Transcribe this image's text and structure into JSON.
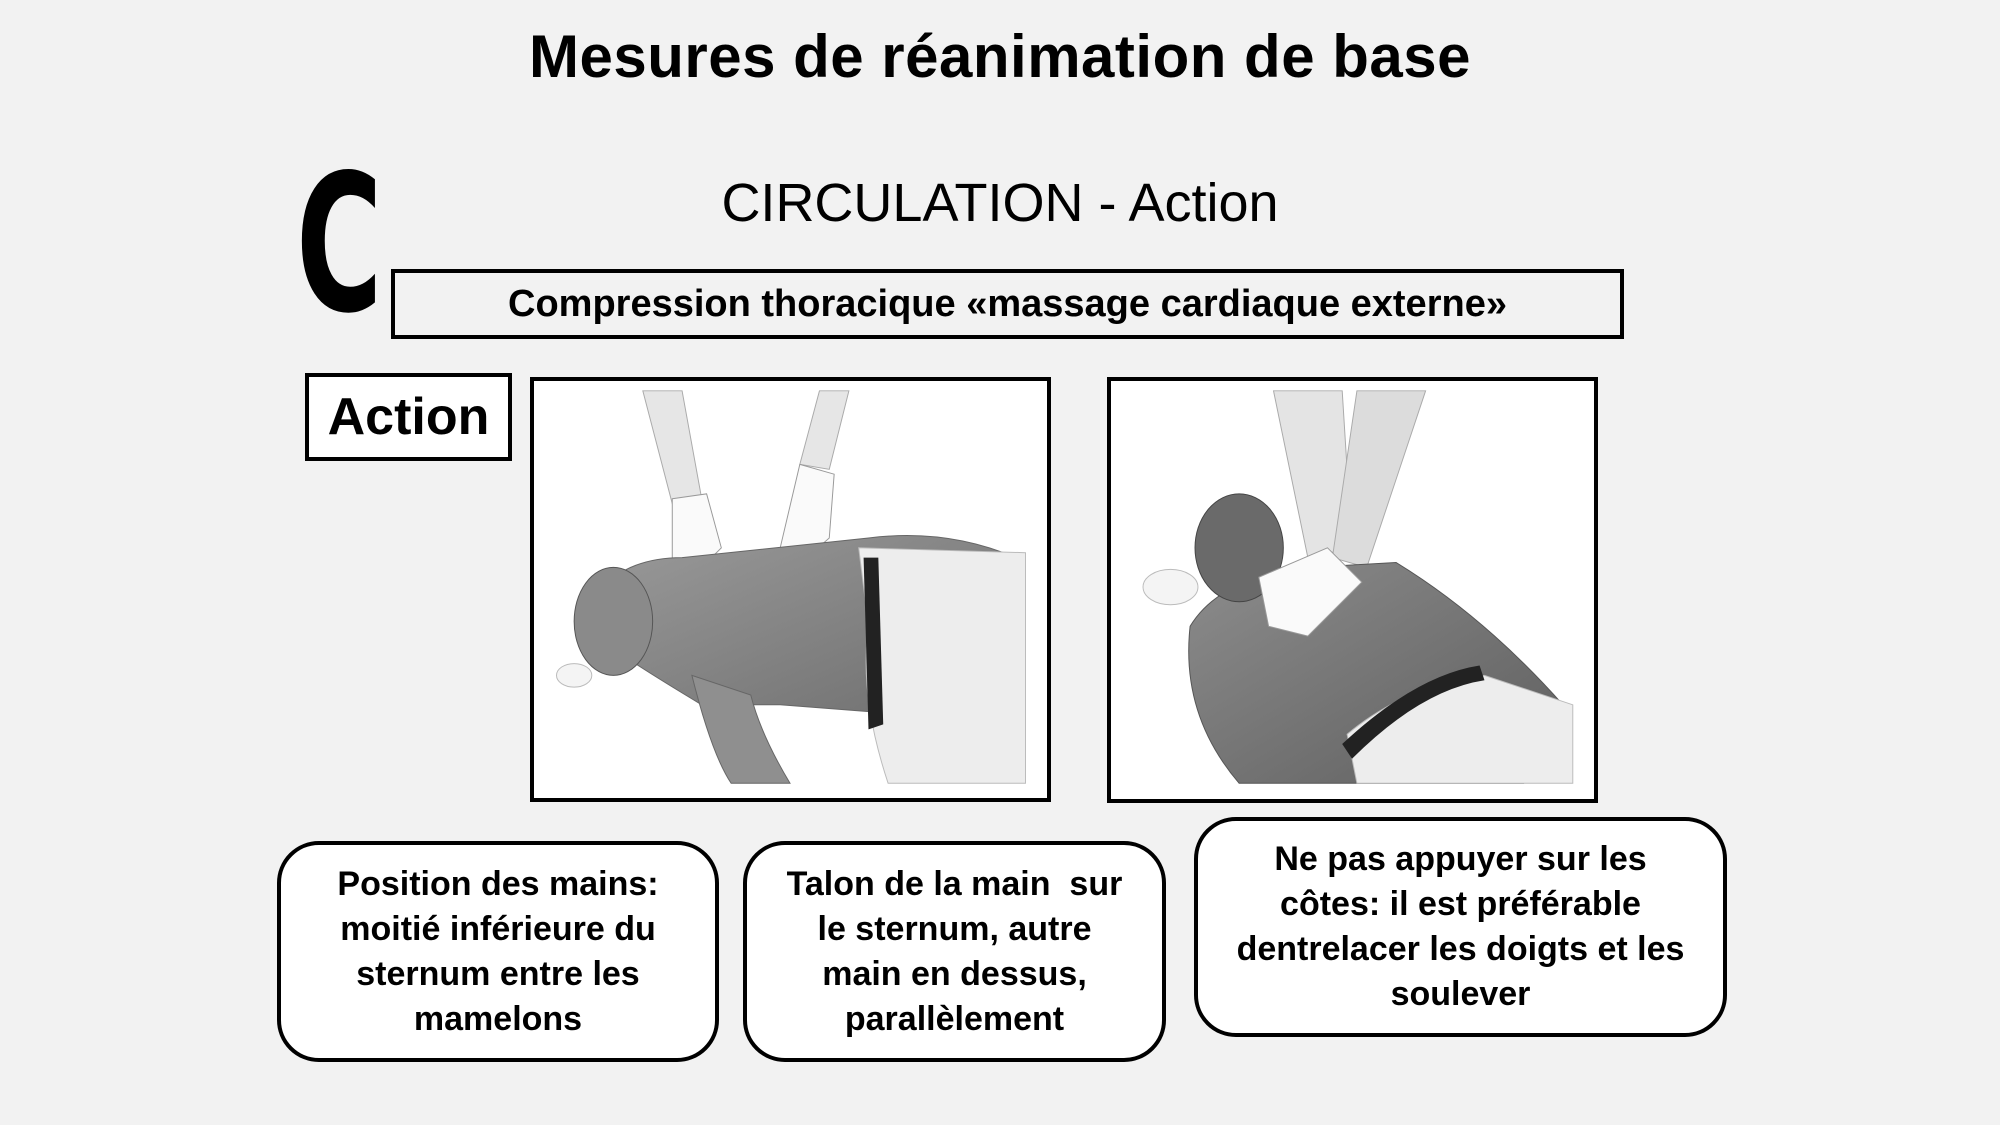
{
  "slide": {
    "title": "Mesures de réanimation de base",
    "section_letter": "C",
    "subtitle": "CIRCULATION - Action",
    "banner": "Compression thoracique «massage cardiaque externe»",
    "action_label": "Action",
    "illustrations": [
      {
        "icon": "cpr-hand-position-illustration",
        "description": "Gloved hands locating the lower half of the sternum between the nipples on a supine man"
      },
      {
        "icon": "cpr-compression-illustration",
        "description": "Interlaced gloved hands performing chest compressions on a supine man"
      }
    ],
    "notes": [
      {
        "lines": [
          "Position des mains:",
          "moitié inférieure du",
          "sternum entre les",
          "mamelons"
        ]
      },
      {
        "lines": [
          "Talon de la main  sur",
          "le sternum, autre",
          "main en dessus,",
          "parallèlement"
        ]
      },
      {
        "lines": [
          "Ne pas appuyer sur les",
          "côtes: il est préférable",
          "dentrelacer les doigts et les",
          "soulever"
        ]
      }
    ]
  },
  "colors": {
    "background": "#f2f2f2",
    "border": "#000000",
    "box_fill": "#ffffff",
    "text": "#000000"
  }
}
